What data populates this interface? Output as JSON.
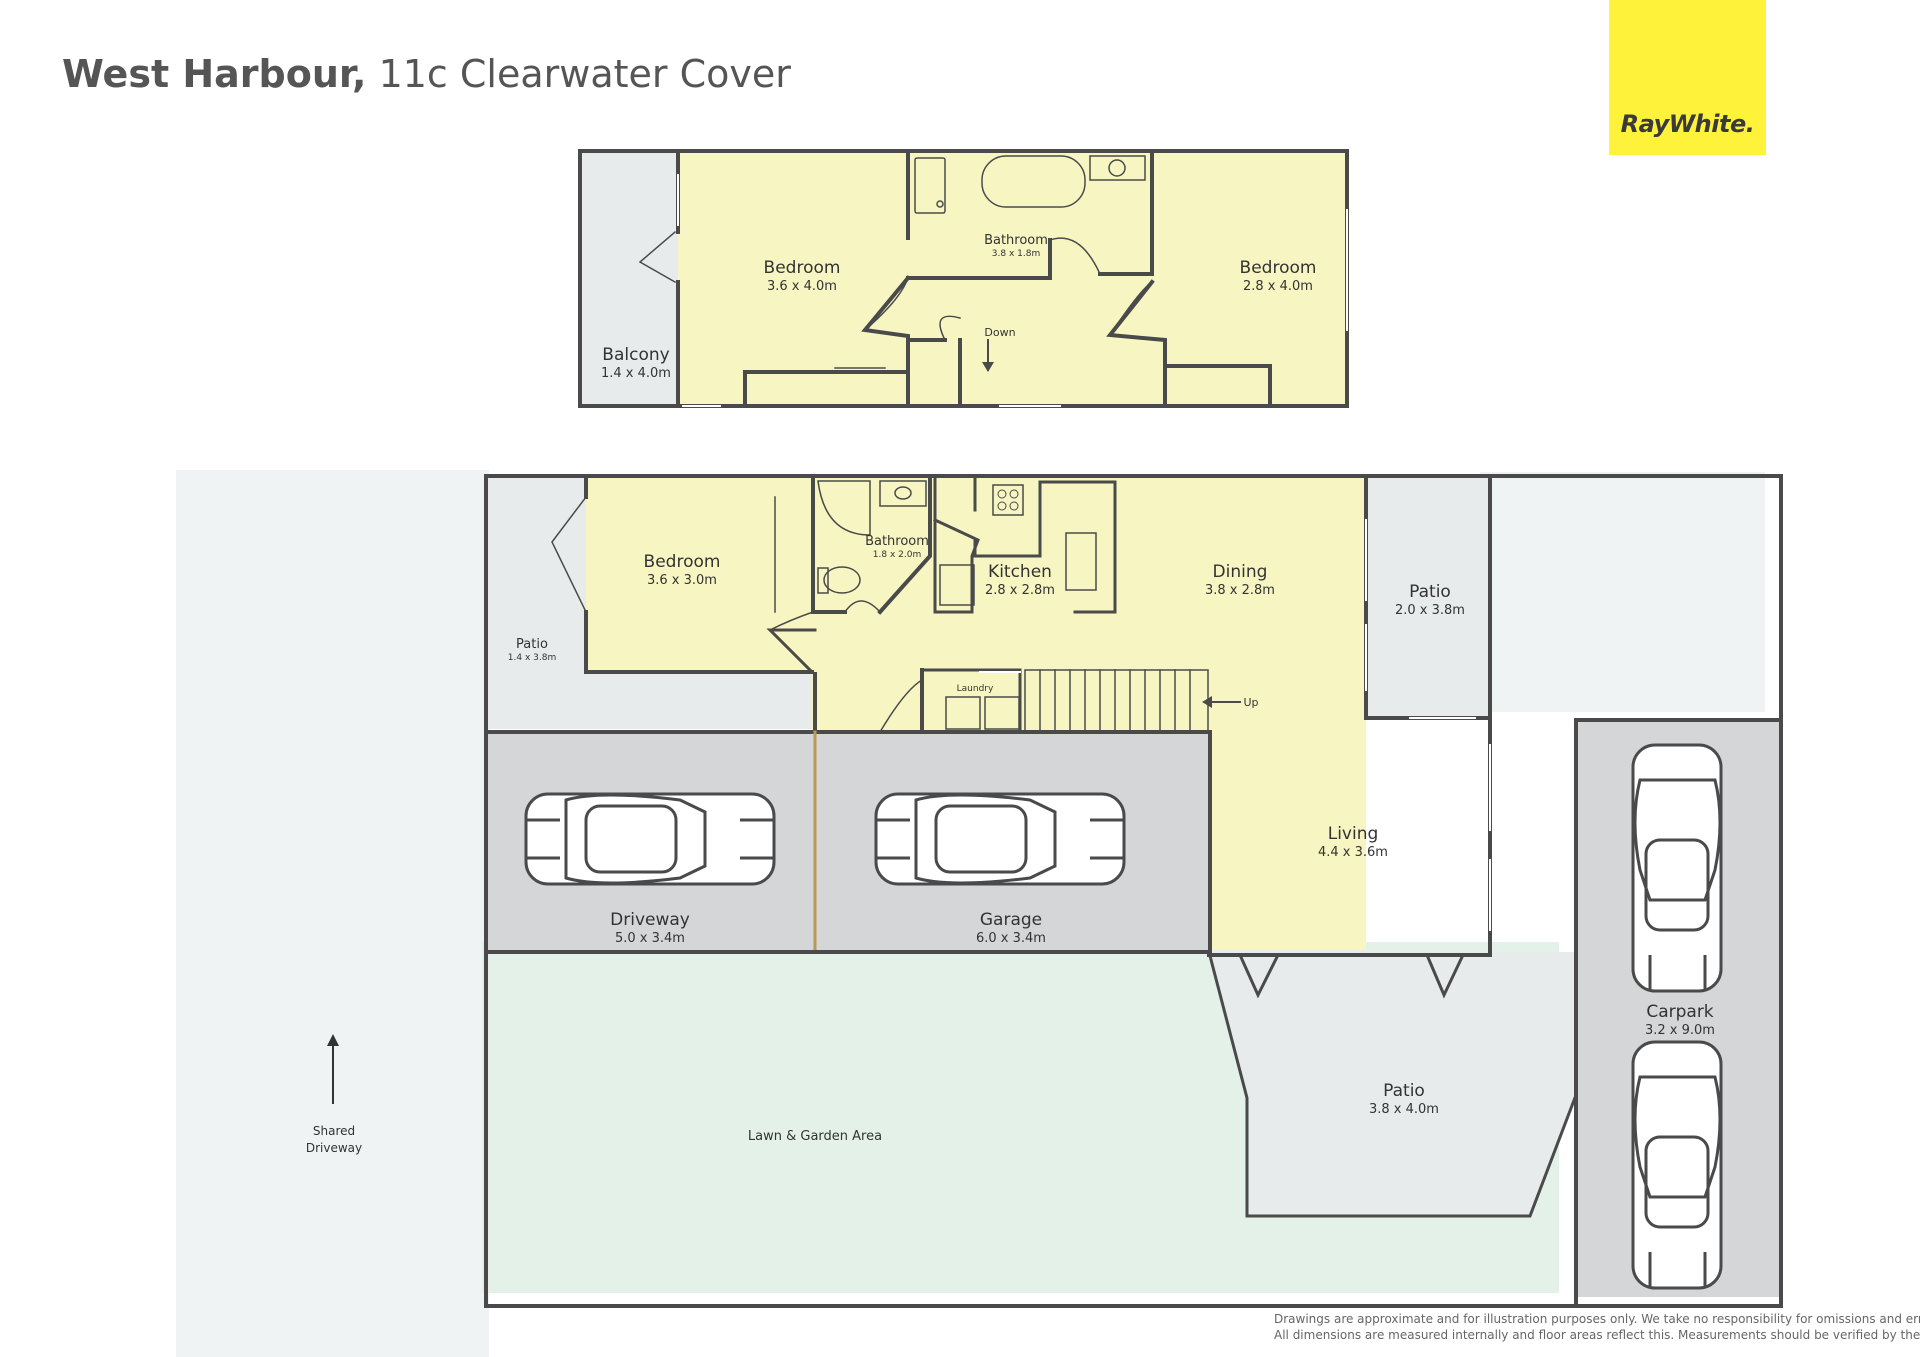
{
  "header": {
    "title_bold": "West Harbour,",
    "title_rest": "11c Clearwater Cover"
  },
  "logo": {
    "text": "RayWhite."
  },
  "colors": {
    "room_fill": "#f7f6c3",
    "outdoor_fill": "#e8ebec",
    "garage_fill": "#d4d6d8",
    "lawn_fill": "#e3f1e8",
    "shared_fill": "#f0f3f3",
    "wall": "#4a4a4a",
    "logo_bg": "#fff23a"
  },
  "upper_floor": {
    "bedroom_left": {
      "name": "Bedroom",
      "dims": "3.6 x 4.0m"
    },
    "bathroom": {
      "name": "Bathroom",
      "dims": "3.8 x 1.8m"
    },
    "bedroom_right": {
      "name": "Bedroom",
      "dims": "2.8 x 4.0m"
    },
    "balcony": {
      "name": "Balcony",
      "dims": "1.4 x 4.0m"
    },
    "stairs": {
      "label": "Down"
    }
  },
  "ground_floor": {
    "patio_left": {
      "name": "Patio",
      "dims": "1.4 x 3.8m"
    },
    "bedroom": {
      "name": "Bedroom",
      "dims": "3.6 x 3.0m"
    },
    "bathroom": {
      "name": "Bathroom",
      "dims": "1.8 x 2.0m"
    },
    "kitchen": {
      "name": "Kitchen",
      "dims": "2.8 x 2.8m"
    },
    "dining": {
      "name": "Dining",
      "dims": "3.8 x 2.8m"
    },
    "patio_right": {
      "name": "Patio",
      "dims": "2.0 x 3.8m"
    },
    "laundry": {
      "name": "Laundry"
    },
    "stairs": {
      "label": "Up"
    },
    "living": {
      "name": "Living",
      "dims": "4.4 x 3.6m"
    },
    "driveway": {
      "name": "Driveway",
      "dims": "5.0 x 3.4m"
    },
    "garage": {
      "name": "Garage",
      "dims": "6.0 x 3.4m"
    },
    "carpark": {
      "name": "Carpark",
      "dims": "3.2 x 9.0m"
    },
    "patio_bottom": {
      "name": "Patio",
      "dims": "3.8 x 4.0m"
    },
    "lawn": {
      "name": "Lawn & Garden Area"
    },
    "shared_driveway": {
      "line1": "Shared",
      "line2": "Driveway"
    }
  },
  "disclaimer": {
    "line1": "Drawings are approximate and for illustration purposes only.  We take no responsibility for omissions and errors.",
    "line2": "All dimensions are measured internally and floor areas reflect this.  Measurements should be verified by the buyer."
  }
}
